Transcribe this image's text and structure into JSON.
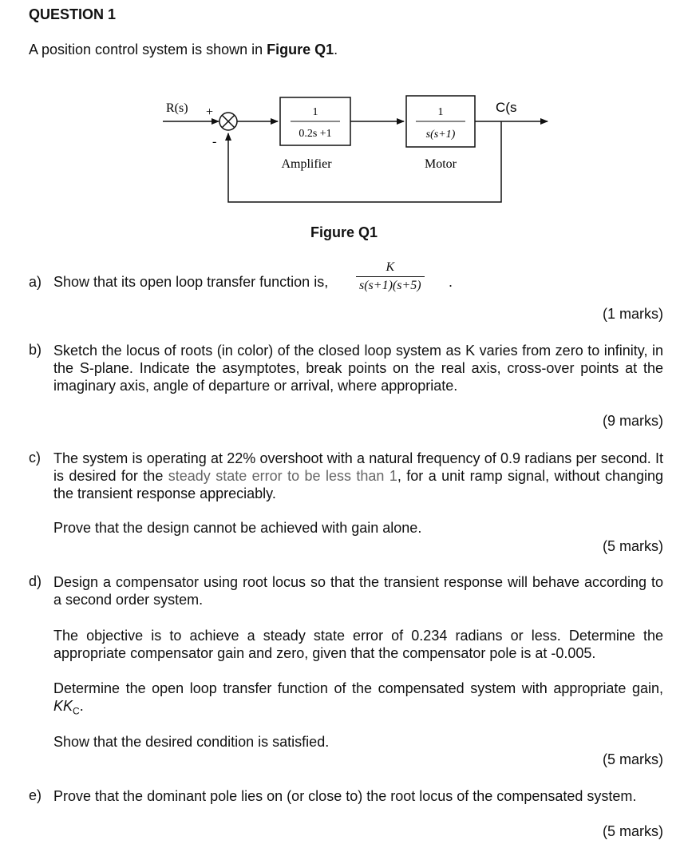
{
  "heading": "QUESTION 1",
  "intro": {
    "text": "A position control system is shown in ",
    "figure_ref": "Figure Q1",
    "end": "."
  },
  "diagram": {
    "input_label": "R(s)",
    "plus_sign": "+",
    "minus_sign": "-",
    "output_label": "C(s",
    "amplifier": {
      "num": "1",
      "den": "0.2s +1",
      "label": "Amplifier"
    },
    "motor": {
      "num": "1",
      "den": "s(s+1)",
      "label": "Motor"
    },
    "caption": "Figure Q1"
  },
  "parts": [
    {
      "label": "a)",
      "text": "Show that its open loop transfer function is,",
      "tf_num": "K",
      "tf_den": "s(s+1)(s+5)",
      "tf_end": ".",
      "marks": "(1 marks)"
    },
    {
      "label": "b)",
      "text": "Sketch the locus of roots (in color) of the closed loop system as K varies from zero to infinity, in the S-plane. Indicate the asymptotes, break points on the real axis, cross-over points at the imaginary axis, angle of departure or arrival, where appropriate.",
      "marks": "(9 marks)"
    },
    {
      "label": "c)",
      "text_1": "The system is operating at 22% overshoot with a natural frequency of 0.9 radians per second. It is desired for the ",
      "text_grey": "steady state error to be less than 1",
      "text_2": ", for a unit ramp signal, without changing the transient response appreciably.",
      "text_prove": "Prove that the design cannot be achieved with gain alone.",
      "marks": "(5 marks)"
    },
    {
      "label": "d)",
      "text_1": "Design a compensator using root locus so that the transient response will behave according to a second order system.",
      "text_2": "The objective is to achieve a steady state error of 0.234 radians or less. Determine the appropriate compensator gain and zero, given that the compensator pole is at -0.005.",
      "text_3": "Determine the open loop transfer function of the compensated system with appropriate gain, ",
      "text_3_kk": "KK",
      "text_3_sub": "C",
      "text_3_end": ".",
      "text_4": "Show that the desired condition is satisfied.",
      "marks": "(5 marks)"
    },
    {
      "label": "e)",
      "text": "Prove that the dominant pole lies on (or close to) the root locus of the compensated system.",
      "marks": "(5 marks)"
    }
  ]
}
